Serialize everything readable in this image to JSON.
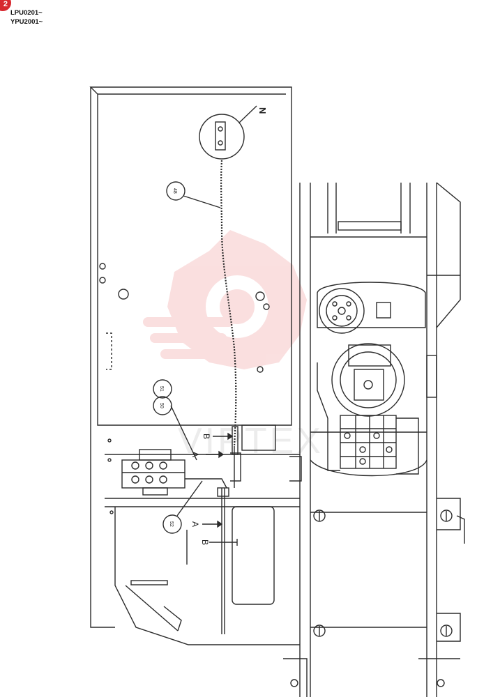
{
  "header": {
    "badge_text": "2",
    "serial_ranges": [
      "LPU0201~",
      "YPU2001~"
    ]
  },
  "diagram": {
    "view_label": "N",
    "callouts": [
      {
        "id": "c48",
        "text": "48"
      },
      {
        "id": "c51",
        "text": "51"
      },
      {
        "id": "c50",
        "text": "50"
      },
      {
        "id": "c52",
        "text": "52"
      }
    ],
    "section_labels": [
      "B",
      "A",
      "A",
      "B"
    ],
    "watermark_text": "VIPTEX",
    "watermark_color": "#f2a6a6",
    "line_color": "#2b2b2b"
  }
}
